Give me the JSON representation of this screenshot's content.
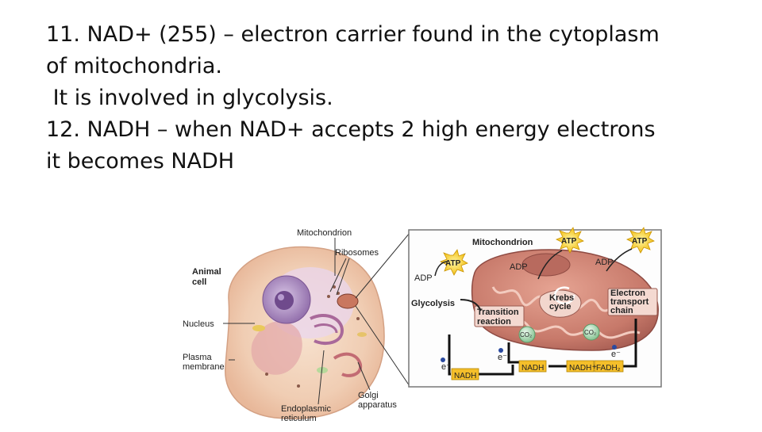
{
  "slide": {
    "lines": [
      "11. NAD+ (255) – electron carrier found in the cytoplasm",
      "of mitochondria.",
      " It is involved in glycolysis.",
      "12. NADH – when NAD+ accepts 2 high energy electrons",
      "it becomes NADH"
    ]
  },
  "figure": {
    "cell_labels": {
      "mitochondrion": "Mitochondrion",
      "ribosomes": "Ribosomes",
      "animal_cell_line1": "Animal",
      "animal_cell_line2": "cell",
      "nucleus": "Nucleus",
      "plasma_membrane_line1": "Plasma",
      "plasma_membrane_line2": "membrane",
      "golgi_line1": "Golgi",
      "golgi_line2": "apparatus",
      "er_line1": "Endoplasmic",
      "er_line2": "reticulum"
    },
    "mito_panel": {
      "title": "Mitochondrion",
      "atp": "ATP",
      "adp": "ADP",
      "glycolysis": "Glycolysis",
      "transition_line1": "Transition",
      "transition_line2": "reaction",
      "krebs_line1": "Krebs",
      "krebs_line2": "cycle",
      "etc_line1": "Electron",
      "etc_line2": "transport",
      "etc_line3": "chain",
      "co2": "CO₂",
      "electron": "e⁻",
      "nadh": "NADH",
      "fadh2": "FADH₂",
      "plus": "+"
    }
  }
}
